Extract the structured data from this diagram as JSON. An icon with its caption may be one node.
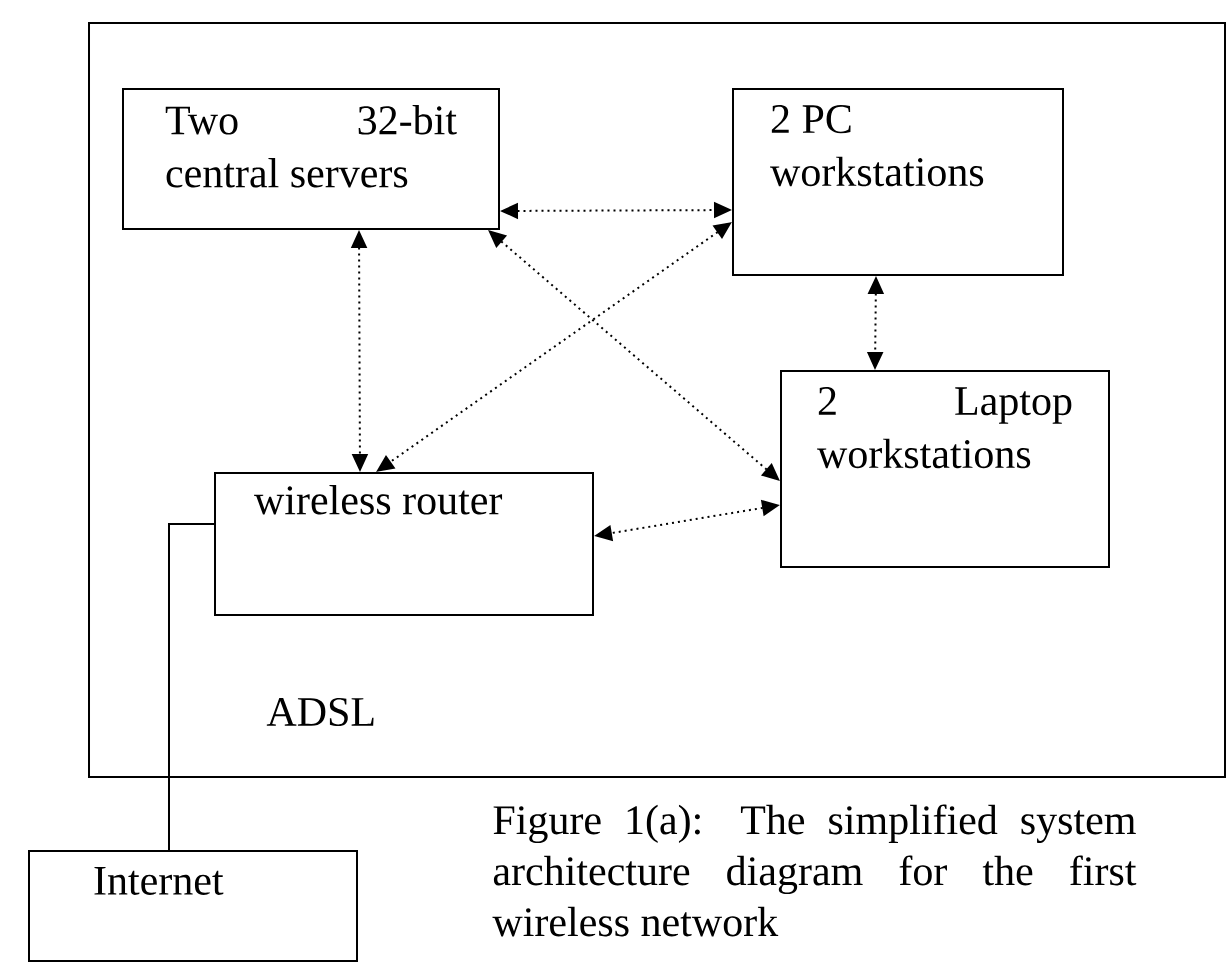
{
  "diagram": {
    "caption": "Figure 1(a): The simplified system architecture diagram for the first wireless network",
    "nodes": [
      {
        "text": [],
        "shape": "box"
      },
      {
        "text": [
          "Two 32-bit central servers"
        ],
        "in": 0
      },
      {
        "text": [
          "2 PC workstations"
        ],
        "in": 0
      },
      {
        "text": [
          "2 Laptop workstations"
        ],
        "in": 0
      },
      {
        "text": [
          "wireless router"
        ],
        "in": 0
      },
      {
        "text": [
          "Internet"
        ]
      }
    ],
    "edges": [
      {
        "from": 1,
        "to": 2,
        "arrow": "both",
        "style": "dashed"
      },
      {
        "from": 1,
        "to": 4,
        "arrow": "both",
        "style": "dashed"
      },
      {
        "from": 2,
        "to": 4,
        "arrow": "both",
        "style": "dashed"
      },
      {
        "from": 1,
        "to": 3,
        "arrow": "both",
        "style": "dashed"
      },
      {
        "from": 2,
        "to": 3,
        "arrow": "both",
        "style": "dashed"
      },
      {
        "from": 3,
        "to": 4,
        "arrow": "both",
        "style": "dashed"
      },
      {
        "from": 4,
        "to": 5,
        "arrow": "none"
      }
    ],
    "labels": [
      "ADSL"
    ]
  }
}
